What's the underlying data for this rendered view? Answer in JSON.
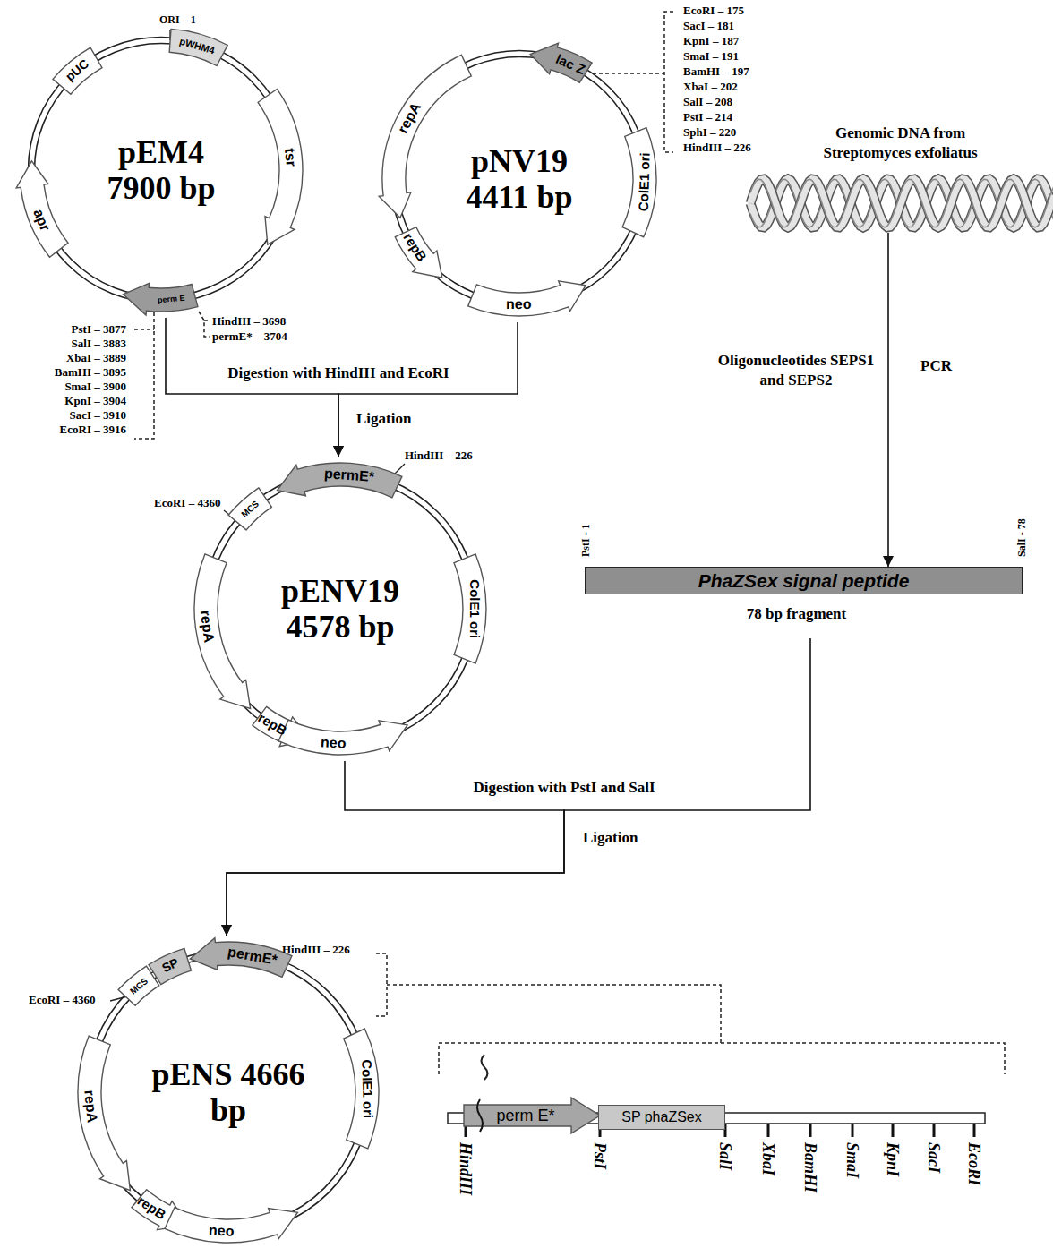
{
  "diagram": {
    "nodes": [
      {
        "text": [
          "pEM4 7900 bp"
        ]
      },
      {
        "text": [
          "pWHM4"
        ],
        "in": 0
      },
      {
        "text": [
          "pUC"
        ],
        "in": 0
      },
      {
        "text": [
          "apr"
        ],
        "in": 0
      },
      {
        "text": [
          "tsr"
        ],
        "in": 0
      },
      {
        "text": [
          "perm E"
        ],
        "in": 0
      },
      {
        "text": [
          "pNV19 4411 bp"
        ]
      },
      {
        "text": [
          "lac Z"
        ],
        "in": 6
      },
      {
        "text": [
          "repA"
        ],
        "in": 6
      },
      {
        "text": [
          "repB"
        ],
        "in": 6
      },
      {
        "text": [
          "neo"
        ],
        "in": 6
      },
      {
        "text": [
          "ColE1 ori"
        ],
        "in": 6
      },
      {
        "text": [
          "Genomic DNA from Streptomyces exfoliatus"
        ]
      },
      {
        "text": [
          "pENV19 4578 bp"
        ]
      },
      {
        "text": [
          "permE*"
        ],
        "in": 13
      },
      {
        "text": [
          "MCS"
        ],
        "in": 13
      },
      {
        "text": [
          "repA"
        ],
        "in": 13
      },
      {
        "text": [
          "repB"
        ],
        "in": 13
      },
      {
        "text": [
          "neo"
        ],
        "in": 13
      },
      {
        "text": [
          "ColE1 ori"
        ],
        "in": 13
      },
      {
        "text": [
          "PhaZSex signal peptide",
          "78 bp fragment"
        ]
      },
      {
        "text": [
          "pENS 4666 bp"
        ]
      },
      {
        "text": [
          "permE*"
        ],
        "in": 21
      },
      {
        "text": [
          "SP"
        ],
        "in": 21
      },
      {
        "text": [
          "MCS"
        ],
        "in": 21
      },
      {
        "text": [
          "repA"
        ],
        "in": 21
      },
      {
        "text": [
          "repB"
        ],
        "in": 21
      },
      {
        "text": [
          "neo"
        ],
        "in": 21
      },
      {
        "text": [
          "ColE1 ori"
        ],
        "in": 21
      },
      {
        "text": [
          "perm E*"
        ]
      },
      {
        "text": [
          "SP phaZSex"
        ]
      }
    ],
    "edges": [
      {
        "from": 0,
        "to": 13,
        "arrow": "to"
      },
      {
        "from": 6,
        "to": 13,
        "arrow": "to"
      },
      {
        "from": 12,
        "to": 20,
        "arrow": "to"
      },
      {
        "from": 13,
        "to": 21,
        "arrow": "to"
      },
      {
        "from": 20,
        "to": 21,
        "arrow": "to"
      }
    ],
    "labels": [
      "ORI – 1",
      "PstI – 3877",
      "SalI – 3883",
      "XbaI – 3889",
      "BamHI – 3895",
      "SmaI – 3900",
      "KpnI – 3904",
      "SacI – 3910",
      "EcoRI – 3916",
      "HindIII – 3698",
      "permE* – 3704",
      "EcoRI – 175",
      "SacI – 181",
      "KpnI – 187",
      "SmaI – 191",
      "BamHI – 197",
      "XbaI – 202",
      "SalI – 208",
      "PstI – 214",
      "SphI – 220",
      "HindIII – 226",
      "Digestion with HindIII and EcoRI",
      "Ligation",
      "Oligonucleotides SEPS1 and SEPS2",
      "PCR",
      "HindIII – 226",
      "EcoRI – 4360",
      "PstI - 1",
      "SalI - 78",
      "Digestion with PstI and SalI",
      "Ligation",
      "HindIII – 226",
      "EcoRI – 4360",
      "HindIII",
      "PstI",
      "SalI",
      "XbaI",
      "BamHI",
      "SmaI",
      "KpnI",
      "SacI",
      "EcoRI"
    ]
  }
}
